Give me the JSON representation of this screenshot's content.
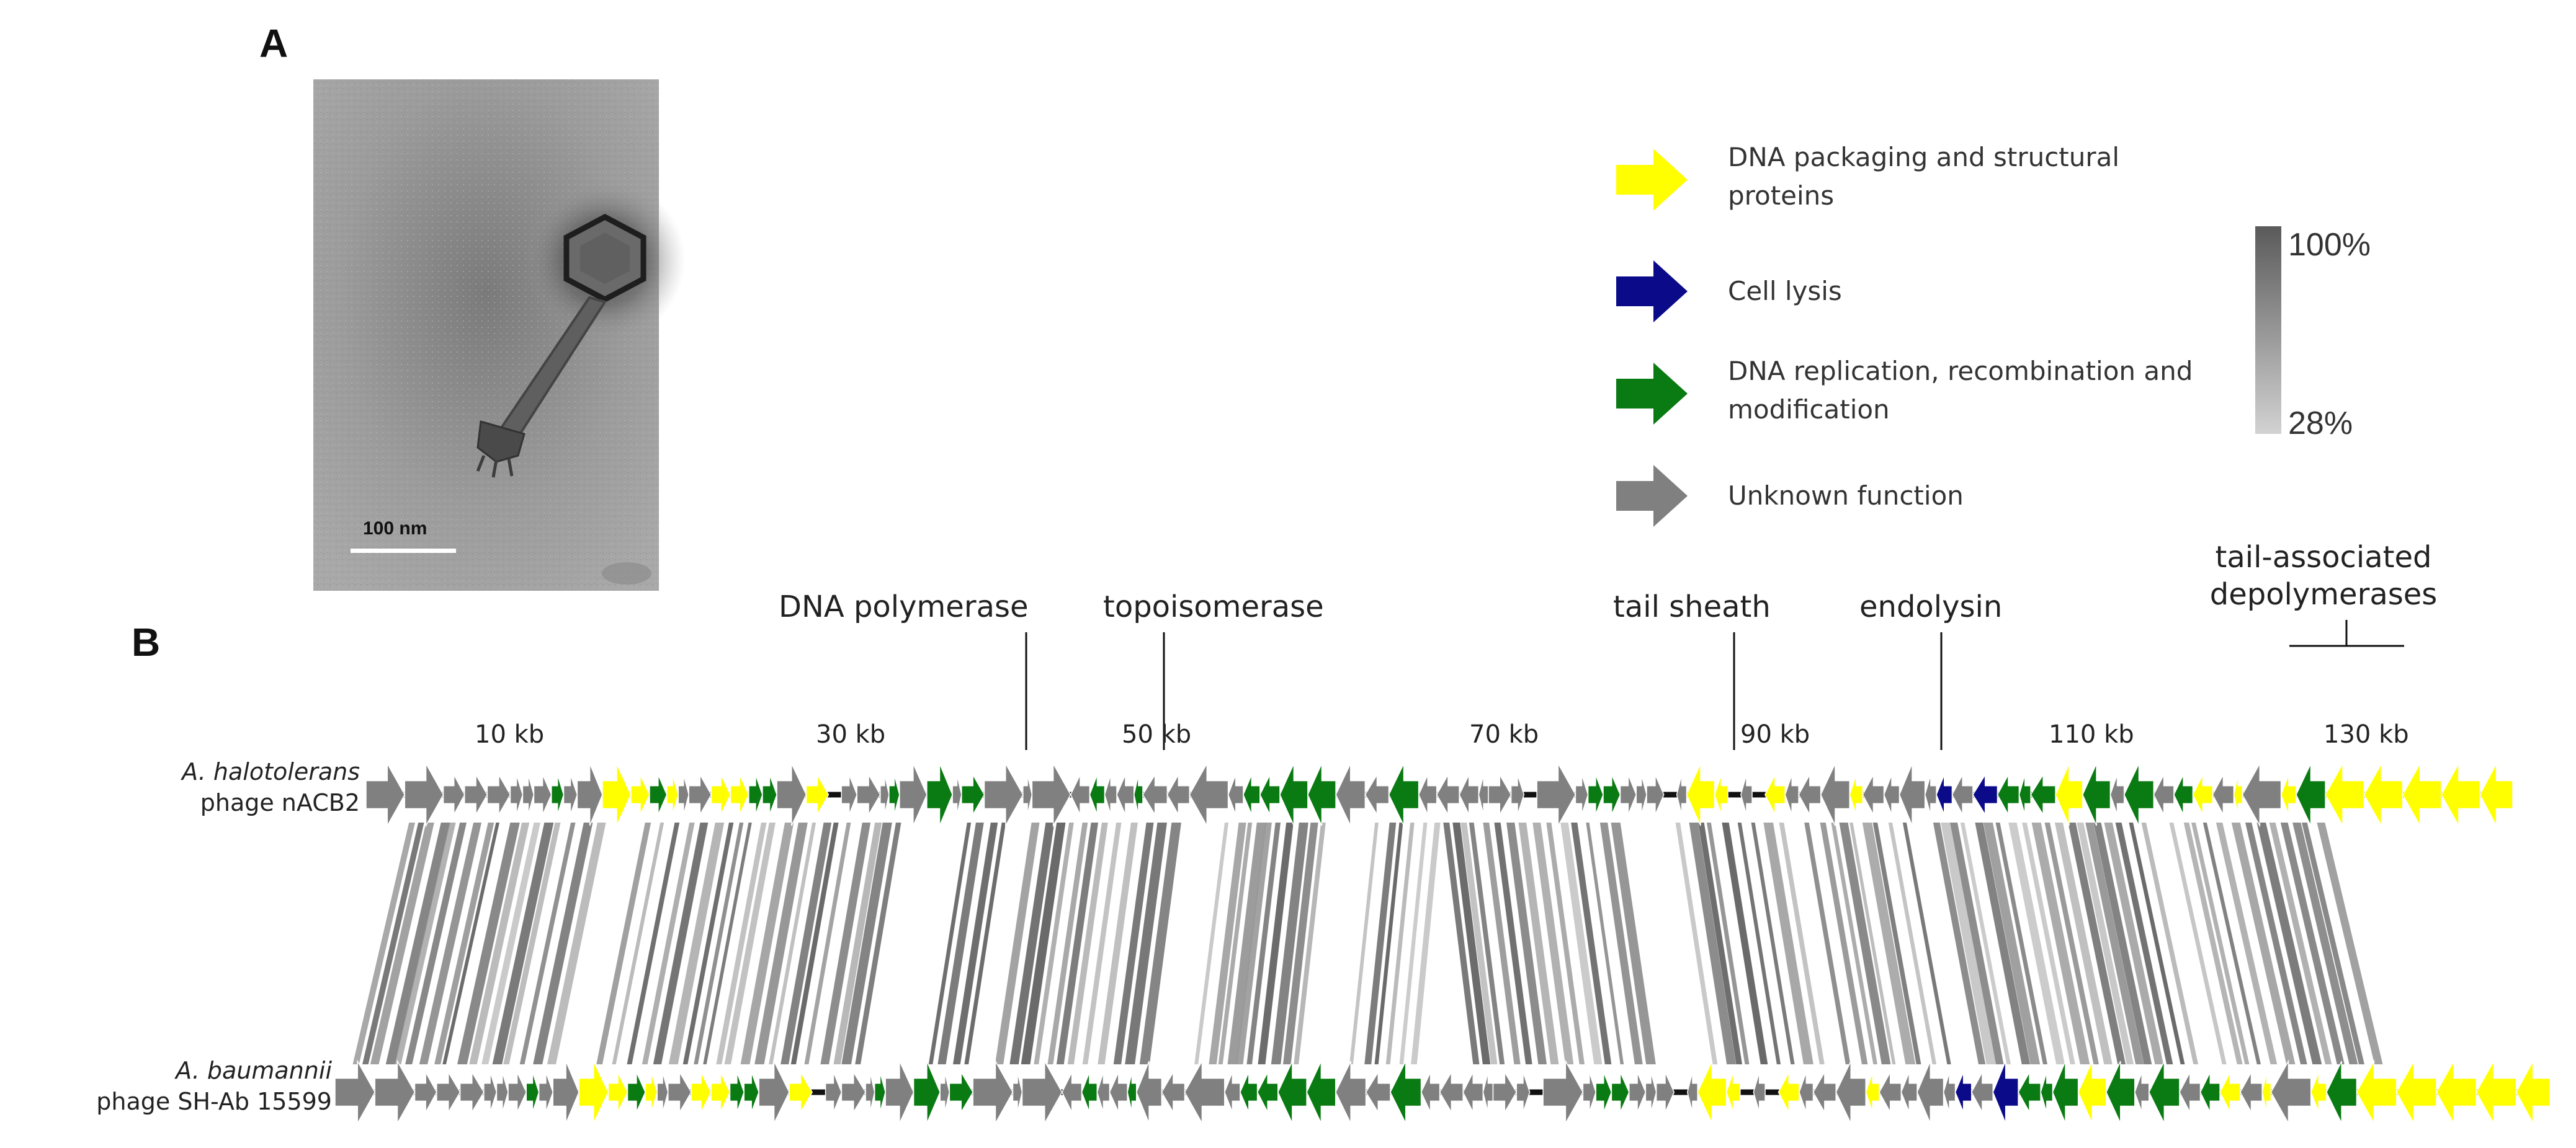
{
  "panels": {
    "a": "A",
    "b": "B"
  },
  "micrograph": {
    "scale_bar_label": "100 nm"
  },
  "legend": [
    {
      "label_lines": [
        "DNA packaging and structural",
        "proteins"
      ],
      "color": "#ffff00"
    },
    {
      "label_lines": [
        "Cell lysis"
      ],
      "color": "#0b0b8a"
    },
    {
      "label_lines": [
        "DNA replication, recombination and",
        "modification"
      ],
      "color": "#0a7a12"
    },
    {
      "label_lines": [
        "Unknown function"
      ],
      "color": "#808080"
    }
  ],
  "identity_scale": {
    "max_label": "100%",
    "min_label": "28%",
    "max_color": "#5a5a5a",
    "min_color": "#d2d2d2"
  },
  "kb_ticks": [
    "10 kb",
    "30 kb",
    "50 kb",
    "70 kb",
    "90 kb",
    "110 kb",
    "130 kb"
  ],
  "annotations": [
    {
      "lines": [
        "DNA polymerase"
      ]
    },
    {
      "lines": [
        "topoisomerase"
      ]
    },
    {
      "lines": [
        "tail sheath"
      ]
    },
    {
      "lines": [
        "endolysin"
      ]
    },
    {
      "lines": [
        "tail-associated",
        "depolymerases"
      ]
    }
  ],
  "genomes": [
    {
      "species": "A. halotolerans",
      "phage": "phage nACB2"
    },
    {
      "species": "A. baumannii",
      "phage": "phage SH-Ab 15599"
    }
  ],
  "colors": {
    "packaging": "#ffff00",
    "lysis": "#0b0b8a",
    "replication": "#0a7a12",
    "unknown": "#808080",
    "backbone": "#111111"
  }
}
